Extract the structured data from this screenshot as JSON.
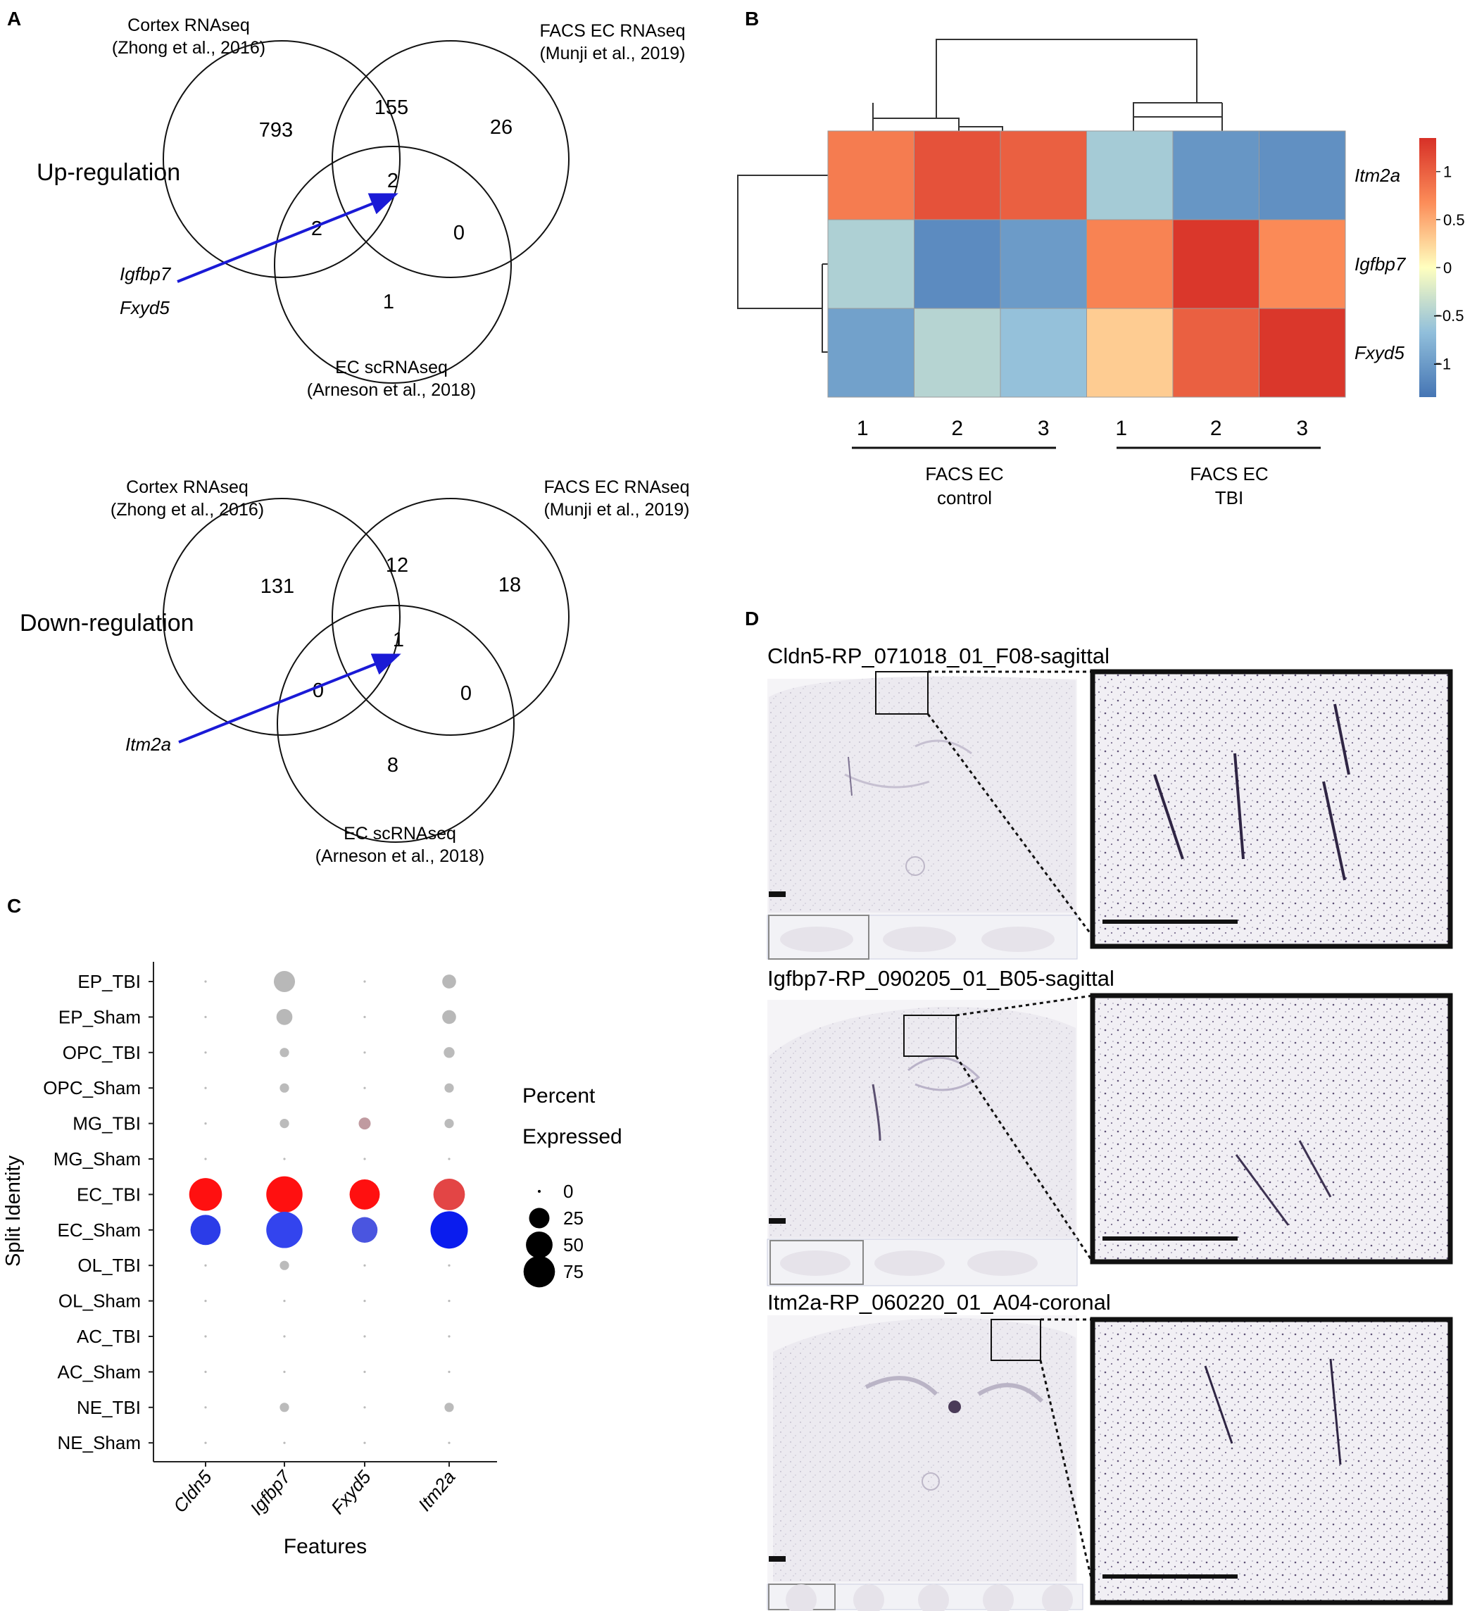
{
  "panel_letters": {
    "a": "A",
    "b": "B",
    "c": "C",
    "d": "D"
  },
  "venn_up": {
    "side_label": "Up-regulation",
    "set1": {
      "line1": "Cortex RNAseq",
      "line2": "(Zhong et al., 2016)"
    },
    "set2": {
      "line1": "FACS EC RNAseq",
      "line2": "(Munji et al., 2019)"
    },
    "set3": {
      "line1": "EC scRNAseq",
      "line2": "(Arneson et al., 2018)"
    },
    "counts": {
      "only1": "793",
      "only2": "26",
      "only3": "1",
      "s12": "155",
      "s13": "2",
      "s23": "0",
      "s123": "2"
    },
    "genes": [
      "Igfbp7",
      "Fxyd5"
    ]
  },
  "venn_down": {
    "side_label": "Down-regulation",
    "set1": {
      "line1": "Cortex RNAseq",
      "line2": "(Zhong et al., 2016)"
    },
    "set2": {
      "line1": "FACS EC RNAseq",
      "line2": "(Munji et al., 2019)"
    },
    "set3": {
      "line1": "EC scRNAseq",
      "line2": "(Arneson et al., 2018)"
    },
    "counts": {
      "only1": "131",
      "only2": "18",
      "only3": "8",
      "s12": "12",
      "s13": "0",
      "s23": "0",
      "s123": "1"
    },
    "genes": [
      "Itm2a"
    ]
  },
  "colors": {
    "arrow": "#1a1ad6",
    "tbi_dot": "#ff1010",
    "sham_dot": "#2b2be8",
    "grey_dot": "#b8b8b8"
  },
  "chart_data": [
    {
      "type": "heatmap",
      "rows": [
        "Itm2a",
        "Igfbp7",
        "Fxyd5"
      ],
      "columns": [
        "1",
        "2",
        "3",
        "1",
        "2",
        "3"
      ],
      "column_groups": [
        {
          "line1": "FACS EC",
          "line2": "control"
        },
        {
          "line1": "FACS EC",
          "line2": "TBI"
        }
      ],
      "values": [
        [
          0.8,
          1.1,
          1.0,
          -0.55,
          -1.05,
          -1.1
        ],
        [
          -0.5,
          -1.15,
          -1.0,
          0.75,
          1.3,
          0.7
        ],
        [
          -0.95,
          -0.45,
          -0.65,
          0.3,
          1.0,
          1.3
        ]
      ],
      "colorbar": {
        "ticks": [
          "1",
          "0.5",
          "0",
          "−0.5",
          "−1"
        ],
        "tick_values": [
          1,
          0.5,
          0,
          -0.5,
          -1
        ],
        "range": [
          -1.35,
          1.35
        ]
      }
    },
    {
      "type": "scatter",
      "subtype": "dot-plot",
      "xlabel": "Features",
      "ylabel": "Split Identity",
      "features": [
        "Cldn5",
        "Igfbp7",
        "Fxyd5",
        "Itm2a"
      ],
      "identities": [
        "EP_TBI",
        "EP_Sham",
        "OPC_TBI",
        "OPC_Sham",
        "MG_TBI",
        "MG_Sham",
        "EC_TBI",
        "EC_Sham",
        "OL_TBI",
        "OL_Sham",
        "AC_TBI",
        "AC_Sham",
        "NE_TBI",
        "NE_Sham"
      ],
      "percent_expressed": [
        [
          0,
          18,
          0,
          5
        ],
        [
          0,
          8,
          0,
          5
        ],
        [
          0,
          1,
          0,
          2
        ],
        [
          0,
          1,
          0,
          1
        ],
        [
          0,
          1,
          3,
          1
        ],
        [
          0,
          0,
          0,
          0
        ],
        [
          55,
          70,
          45,
          50
        ],
        [
          45,
          70,
          30,
          75
        ],
        [
          0,
          1,
          0,
          0
        ],
        [
          0,
          0,
          0,
          0
        ],
        [
          0,
          0,
          0,
          0
        ],
        [
          0,
          0,
          0,
          0
        ],
        [
          0,
          1,
          0,
          1
        ],
        [
          0,
          0,
          0,
          0
        ]
      ],
      "legend": {
        "title_line1": "Percent",
        "title_line2": "Expressed",
        "sizes": [
          "0",
          "25",
          "50",
          "75"
        ],
        "size_values": [
          0,
          25,
          50,
          75
        ]
      }
    }
  ],
  "ish": [
    {
      "title": "Cldn5-RP_071018_01_F08-sagittal"
    },
    {
      "title": "Igfbp7-RP_090205_01_B05-sagittal"
    },
    {
      "title": "Itm2a-RP_060220_01_A04-coronal"
    }
  ]
}
